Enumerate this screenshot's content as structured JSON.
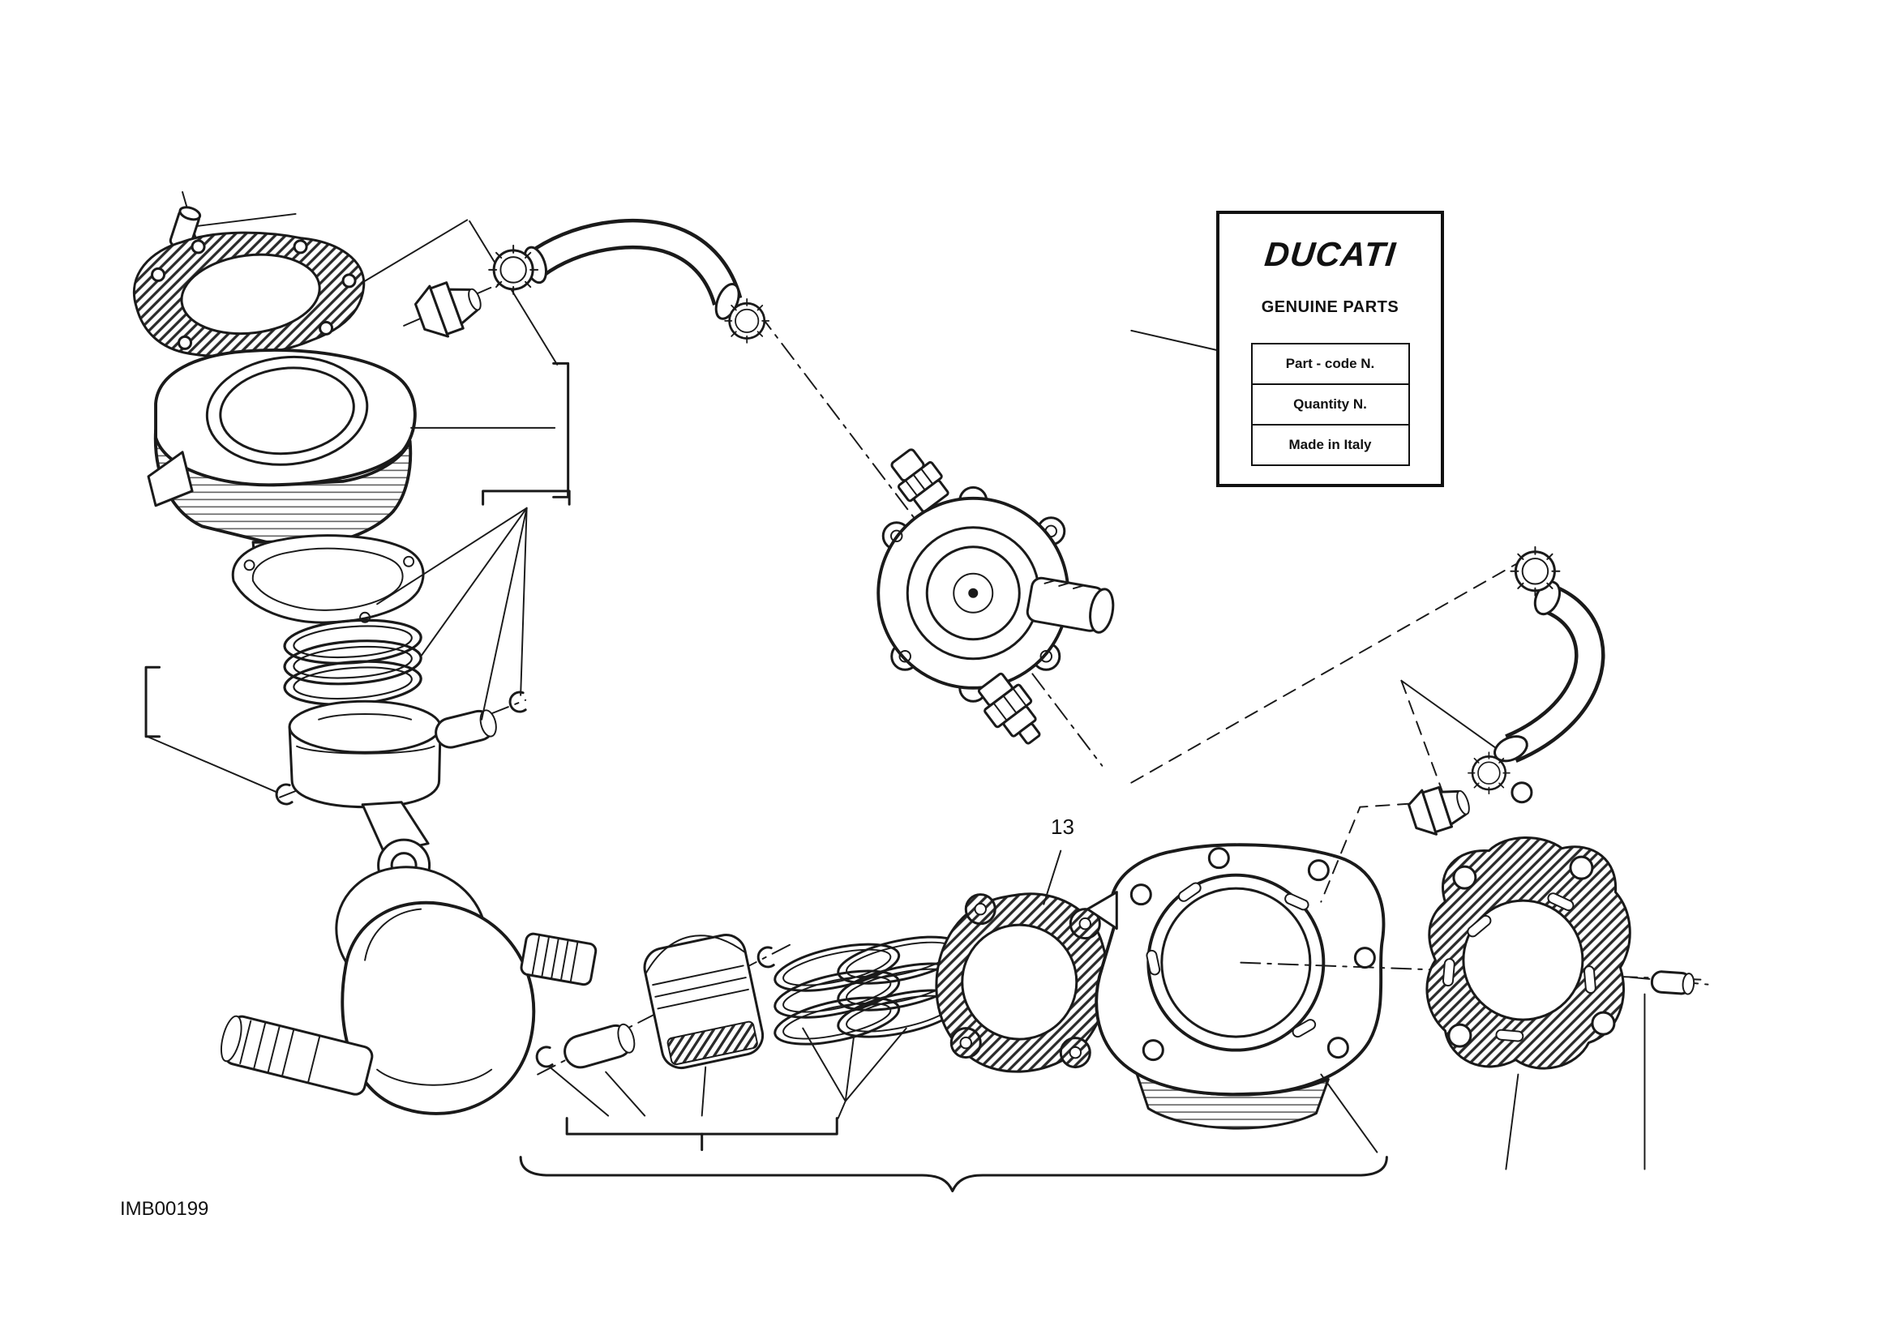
{
  "info_box": {
    "brand": "DUCATI",
    "subtitle": "GENUINE PARTS",
    "fields": [
      {
        "label": "Part - code N."
      },
      {
        "label": "Quantity N."
      },
      {
        "label": "Made in Italy"
      }
    ]
  },
  "callout": {
    "number": "13"
  },
  "footer": {
    "code": "IMB00199"
  },
  "colors": {
    "line": "#1a1a1a",
    "background": "#ffffff"
  }
}
